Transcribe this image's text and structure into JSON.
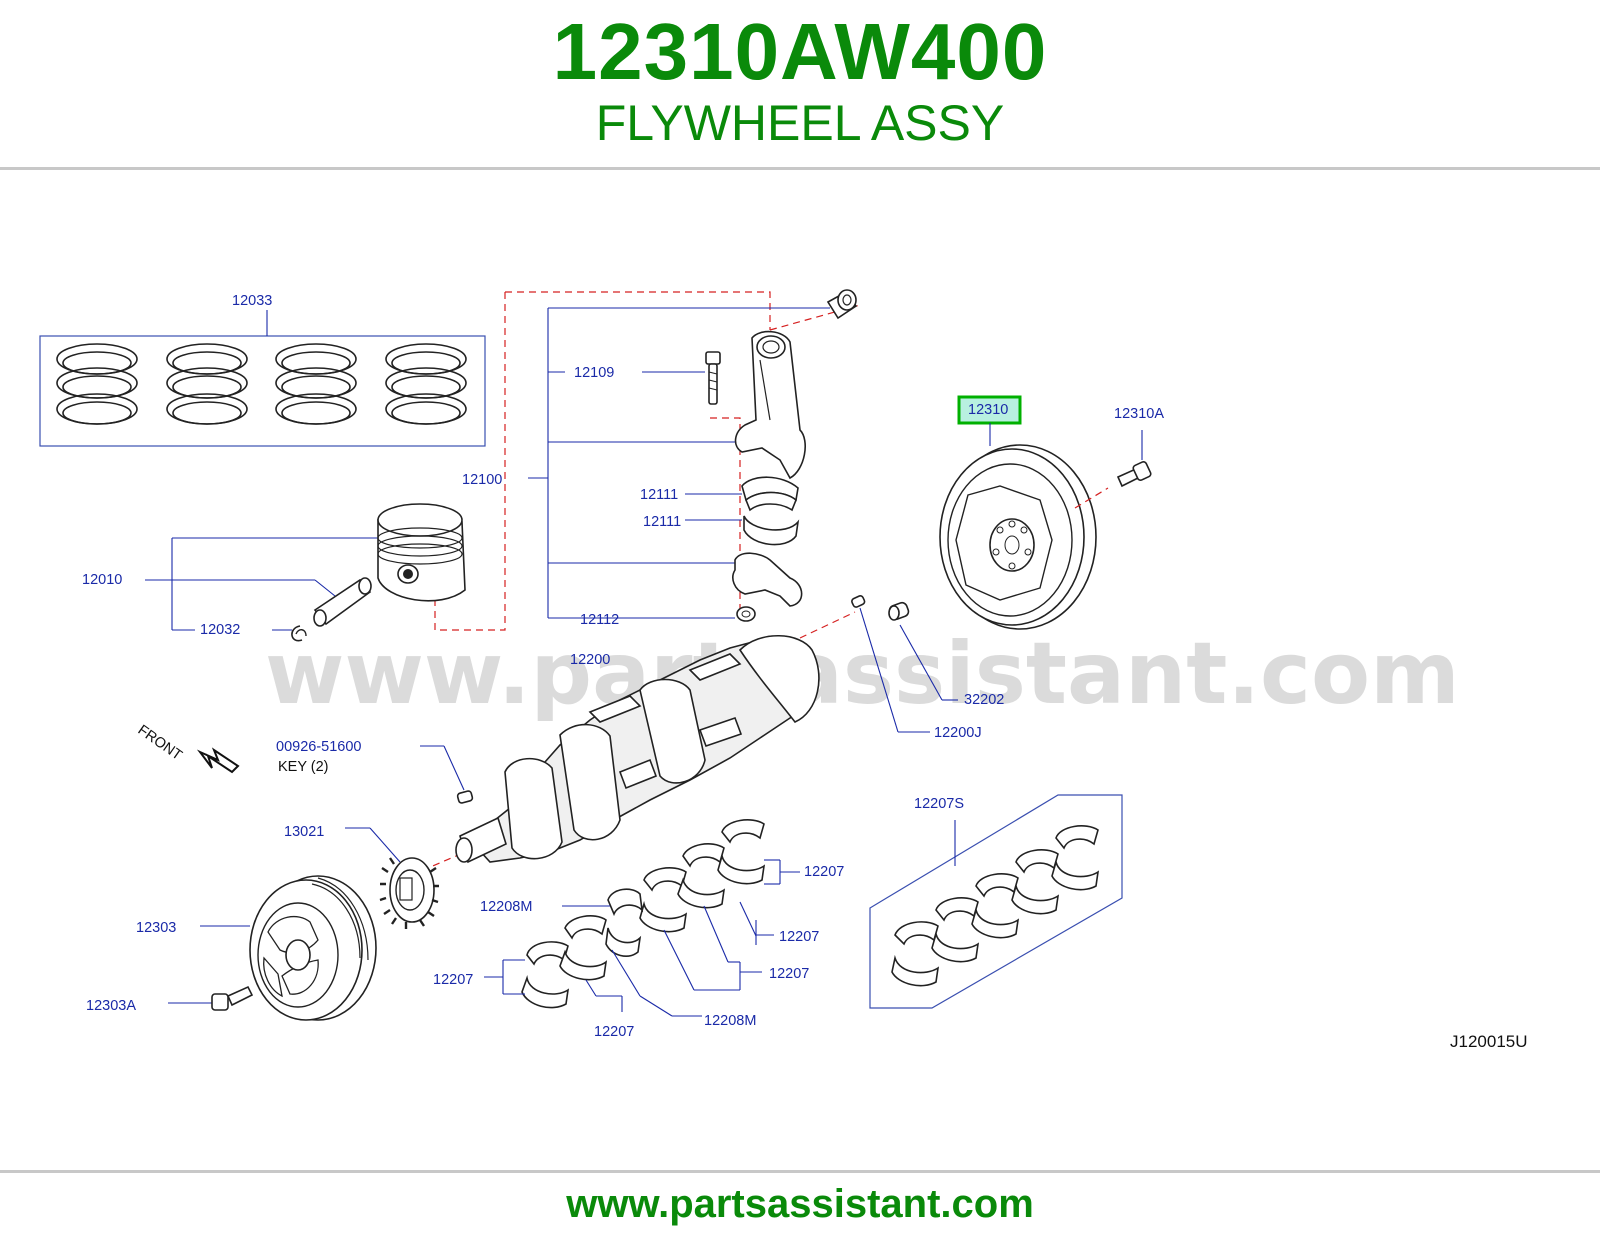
{
  "header": {
    "part_number": "12310AW400",
    "part_name": "FLYWHEEL ASSY"
  },
  "footer": {
    "url": "www.partsassistant.com"
  },
  "watermark": "www.partsassistant.com",
  "diagram": {
    "reference_code": "J120015U",
    "front_label": "FRONT",
    "key_note": "KEY  (2)",
    "highlighted_part": "12310",
    "highlight_color": "#00b000",
    "highlight_fill": "#b8f0e0",
    "labels": {
      "p12033": "12033",
      "p12109": "12109",
      "p12310": "12310",
      "p12310A": "12310A",
      "p12100": "12100",
      "p12111a": "12111",
      "p12111b": "12111",
      "p12010": "12010",
      "p12032": "12032",
      "p12112": "12112",
      "p12200": "12200",
      "p32202": "32202",
      "p12200J": "12200J",
      "p00926": "00926-51600",
      "p12207S": "12207S",
      "p13021": "13021",
      "p12207a": "12207",
      "p12208Ma": "12208M",
      "p12207b": "12207",
      "p12303": "12303",
      "p12207c": "12207",
      "p12207d": "12207",
      "p12303A": "12303A",
      "p12208Mb": "12208M",
      "p12207e": "12207"
    }
  }
}
